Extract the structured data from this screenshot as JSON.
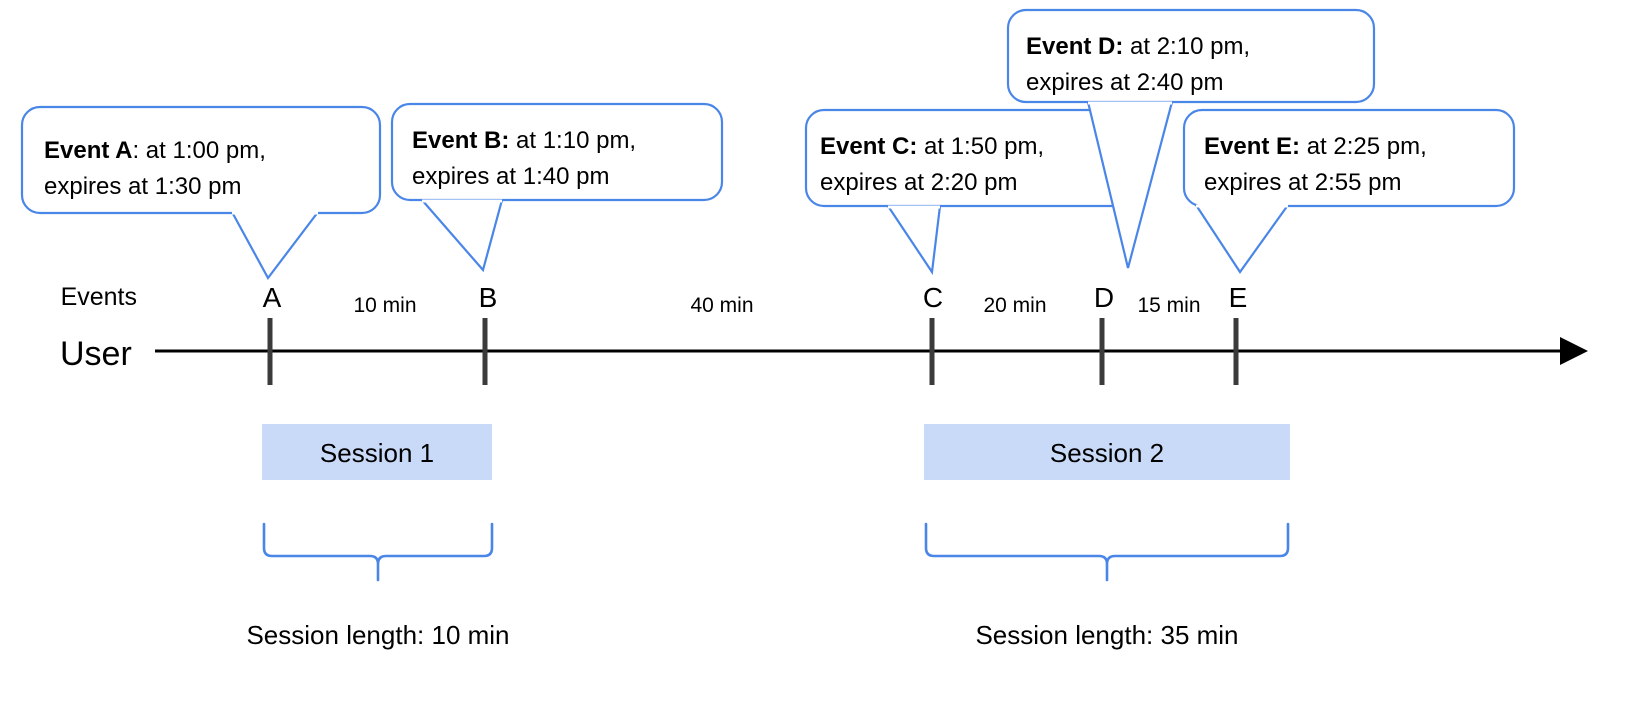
{
  "diagram": {
    "title": "User session timeline with expiring events",
    "accent_color": "#4a86e8",
    "session_fill": "#c9daf8",
    "axis_color": "#000000",
    "tick_color": "#3b3b3b"
  },
  "axis": {
    "row_label": "User",
    "events_label": "Events"
  },
  "events": [
    {
      "key": "A",
      "marker": "A",
      "lead": "Event A",
      "separator": ":",
      "line1_rest": " at 1:00 pm,",
      "line2": "expires at 1:30 pm",
      "time": "1:00 pm",
      "expires": "1:30 pm"
    },
    {
      "key": "B",
      "marker": "B",
      "lead": "Event B:",
      "separator": "",
      "line1_rest": " at 1:10 pm,",
      "line2": "expires at 1:40 pm",
      "time": "1:10 pm",
      "expires": "1:40 pm"
    },
    {
      "key": "C",
      "marker": "C",
      "lead": "Event C:",
      "separator": "",
      "line1_rest": " at 1:50 pm,",
      "line2": "expires at 2:20 pm",
      "time": "1:50 pm",
      "expires": "2:20 pm"
    },
    {
      "key": "D",
      "marker": "D",
      "lead": "Event D:",
      "separator": "",
      "line1_rest": " at 2:10 pm,",
      "line2": "expires at 2:40 pm",
      "time": "2:10 pm",
      "expires": "2:40 pm"
    },
    {
      "key": "E",
      "marker": "E",
      "lead": "Event E:",
      "separator": "",
      "line1_rest": " at 2:25 pm,",
      "line2": "expires at 2:55 pm",
      "time": "2:25 pm",
      "expires": "2:55 pm"
    }
  ],
  "gaps": [
    {
      "from": "A",
      "to": "B",
      "label": "10 min"
    },
    {
      "from": "B",
      "to": "C",
      "label": "40 min"
    },
    {
      "from": "C",
      "to": "D",
      "label": "20 min"
    },
    {
      "from": "D",
      "to": "E",
      "label": "15 min"
    }
  ],
  "sessions": [
    {
      "label": "Session 1",
      "caption": "Session length: 10 min"
    },
    {
      "label": "Session 2",
      "caption": "Session length: 35 min"
    }
  ]
}
